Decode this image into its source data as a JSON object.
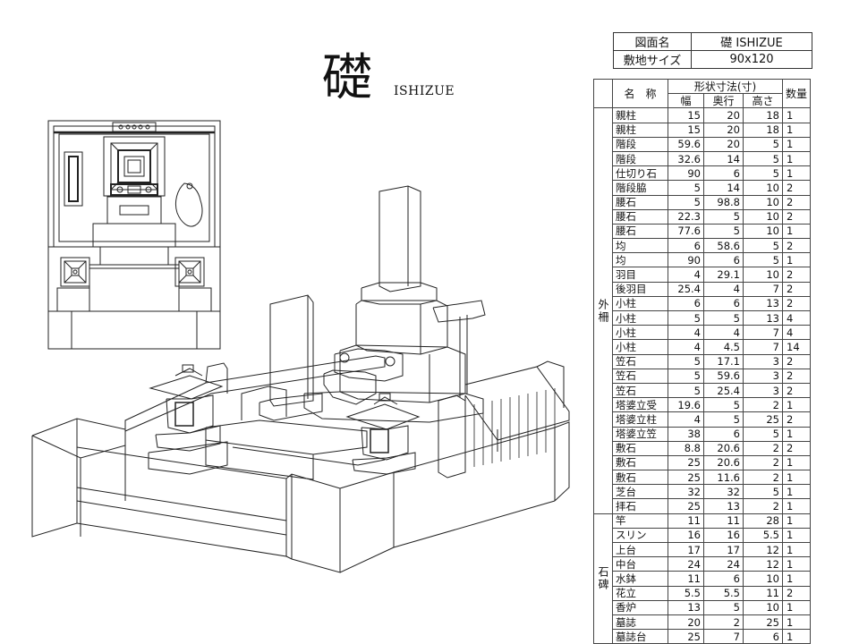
{
  "title": {
    "kanji": "礎",
    "roman": "ISHIZUE"
  },
  "info": {
    "rows": [
      {
        "label": "図面名",
        "value": "礎 ISHIZUE"
      },
      {
        "label": "敷地サイズ",
        "value": "90x120"
      }
    ]
  },
  "spec_table": {
    "header_main": "形状寸法(寸)",
    "header_name": "名　称",
    "header_qty": "数量",
    "header_width": "幅",
    "header_depth": "奥行",
    "header_height": "高さ",
    "groups": [
      {
        "label": "外柵",
        "rows": [
          {
            "name": "親柱",
            "w": "15",
            "d": "20",
            "h": "18",
            "q": "1"
          },
          {
            "name": "親柱",
            "w": "15",
            "d": "20",
            "h": "18",
            "q": "1"
          },
          {
            "name": "階段",
            "w": "59.6",
            "d": "20",
            "h": "5",
            "q": "1"
          },
          {
            "name": "階段",
            "w": "32.6",
            "d": "14",
            "h": "5",
            "q": "1"
          },
          {
            "name": "仕切り石",
            "w": "90",
            "d": "6",
            "h": "5",
            "q": "1"
          },
          {
            "name": "階段脇",
            "w": "5",
            "d": "14",
            "h": "10",
            "q": "2"
          },
          {
            "name": "腰石",
            "w": "5",
            "d": "98.8",
            "h": "10",
            "q": "2"
          },
          {
            "name": "腰石",
            "w": "22.3",
            "d": "5",
            "h": "10",
            "q": "2"
          },
          {
            "name": "腰石",
            "w": "77.6",
            "d": "5",
            "h": "10",
            "q": "1"
          },
          {
            "name": "均",
            "w": "6",
            "d": "58.6",
            "h": "5",
            "q": "2"
          },
          {
            "name": "均",
            "w": "90",
            "d": "6",
            "h": "5",
            "q": "1"
          },
          {
            "name": "羽目",
            "w": "4",
            "d": "29.1",
            "h": "10",
            "q": "2"
          },
          {
            "name": "後羽目",
            "w": "25.4",
            "d": "4",
            "h": "7",
            "q": "2"
          },
          {
            "name": "小柱",
            "w": "6",
            "d": "6",
            "h": "13",
            "q": "2"
          },
          {
            "name": "小柱",
            "w": "5",
            "d": "5",
            "h": "13",
            "q": "4"
          },
          {
            "name": "小柱",
            "w": "4",
            "d": "4",
            "h": "7",
            "q": "4"
          },
          {
            "name": "小柱",
            "w": "4",
            "d": "4.5",
            "h": "7",
            "q": "14"
          },
          {
            "name": "笠石",
            "w": "5",
            "d": "17.1",
            "h": "3",
            "q": "2"
          },
          {
            "name": "笠石",
            "w": "5",
            "d": "59.6",
            "h": "3",
            "q": "2"
          },
          {
            "name": "笠石",
            "w": "5",
            "d": "25.4",
            "h": "3",
            "q": "2"
          },
          {
            "name": "塔婆立受",
            "w": "19.6",
            "d": "5",
            "h": "2",
            "q": "1"
          },
          {
            "name": "塔婆立柱",
            "w": "4",
            "d": "5",
            "h": "25",
            "q": "2"
          },
          {
            "name": "塔婆立笠",
            "w": "38",
            "d": "6",
            "h": "5",
            "q": "1"
          },
          {
            "name": "敷石",
            "w": "8.8",
            "d": "20.6",
            "h": "2",
            "q": "2"
          },
          {
            "name": "敷石",
            "w": "25",
            "d": "20.6",
            "h": "2",
            "q": "1"
          },
          {
            "name": "敷石",
            "w": "25",
            "d": "11.6",
            "h": "2",
            "q": "1"
          },
          {
            "name": "芝台",
            "w": "32",
            "d": "32",
            "h": "5",
            "q": "1"
          },
          {
            "name": "拝石",
            "w": "25",
            "d": "13",
            "h": "2",
            "q": "1"
          }
        ]
      },
      {
        "label": "石碑",
        "rows": [
          {
            "name": "竿",
            "w": "11",
            "d": "11",
            "h": "28",
            "q": "1"
          },
          {
            "name": "スリン",
            "w": "16",
            "d": "16",
            "h": "5.5",
            "q": "1"
          },
          {
            "name": "上台",
            "w": "17",
            "d": "17",
            "h": "12",
            "q": "1"
          },
          {
            "name": "中台",
            "w": "24",
            "d": "24",
            "h": "12",
            "q": "1"
          },
          {
            "name": "水鉢",
            "w": "11",
            "d": "6",
            "h": "10",
            "q": "1"
          },
          {
            "name": "花立",
            "w": "5.5",
            "d": "5.5",
            "h": "11",
            "q": "2"
          },
          {
            "name": "香炉",
            "w": "13",
            "d": "5",
            "h": "10",
            "q": "1"
          },
          {
            "name": "墓誌",
            "w": "20",
            "d": "2",
            "h": "25",
            "q": "1"
          },
          {
            "name": "墓誌台",
            "w": "25",
            "d": "7",
            "h": "6",
            "q": "1"
          }
        ]
      }
    ]
  }
}
